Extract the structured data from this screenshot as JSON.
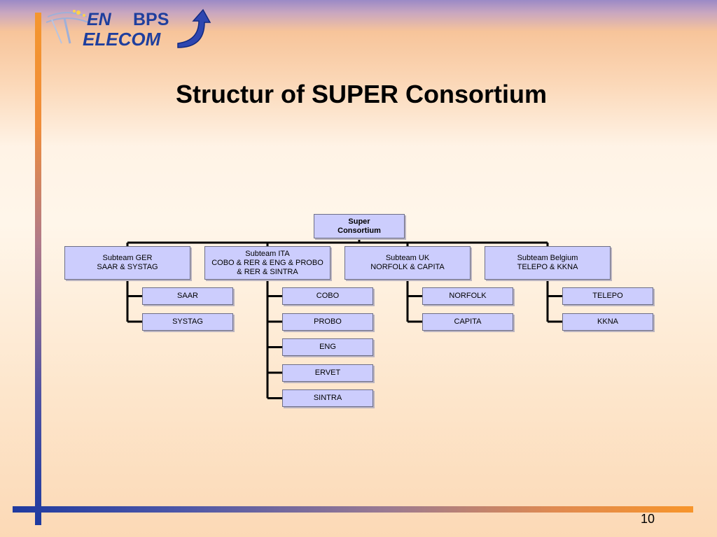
{
  "logo": {
    "text_line1a": "EN",
    "text_line1b": "BPS",
    "text_line2": "ELECOM"
  },
  "title": "Structur of SUPER Consortium",
  "chart": {
    "root": {
      "lines": [
        "Super",
        "Consortium"
      ]
    },
    "subteams": [
      {
        "lines": [
          "Subteam GER",
          "SAAR & SYSTAG"
        ],
        "members": [
          "SAAR",
          "SYSTAG"
        ]
      },
      {
        "lines": [
          "Subteam ITA",
          "COBO & RER & ENG & PROBO",
          "& RER & SINTRA"
        ],
        "members": [
          "COBO",
          "PROBO",
          "ENG",
          "ERVET",
          "SINTRA"
        ]
      },
      {
        "lines": [
          "Subteam UK",
          "NORFOLK & CAPITA"
        ],
        "members": [
          "NORFOLK",
          "CAPITA"
        ]
      },
      {
        "lines": [
          "Subteam Belgium",
          "TELEPO & KKNA"
        ],
        "members": [
          "TELEPO",
          "KKNA"
        ]
      }
    ]
  },
  "colors": {
    "box_fill": "#cccdfd",
    "box_border": "#6d6e86",
    "connector": "#000000"
  },
  "slide_number": "10"
}
